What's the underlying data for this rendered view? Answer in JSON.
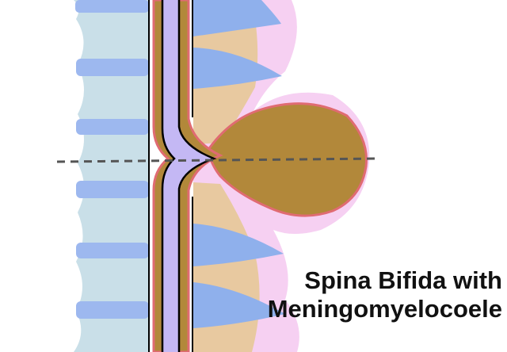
{
  "diagram": {
    "caption_lines": [
      "Spina Bifida with",
      "Meningomyelocoele"
    ],
    "colors": {
      "vertebral_body": "#c9dfe8",
      "disc": "#9db8ef",
      "spinous_process": "#8fb0ec",
      "lamina_bone": "#e8c9a0",
      "skin": "#f6d0f2",
      "meninges": "#e06b72",
      "csf": "#b2883a",
      "spinal_cord": "#c4b8f4",
      "outline": "#000000",
      "section_line": "#555555"
    },
    "marks": [
      "vertebral-body-column",
      "intervertebral-disc",
      "spinous-process",
      "skin-layer",
      "herniated-sac",
      "spinal-cord",
      "section-line"
    ]
  }
}
